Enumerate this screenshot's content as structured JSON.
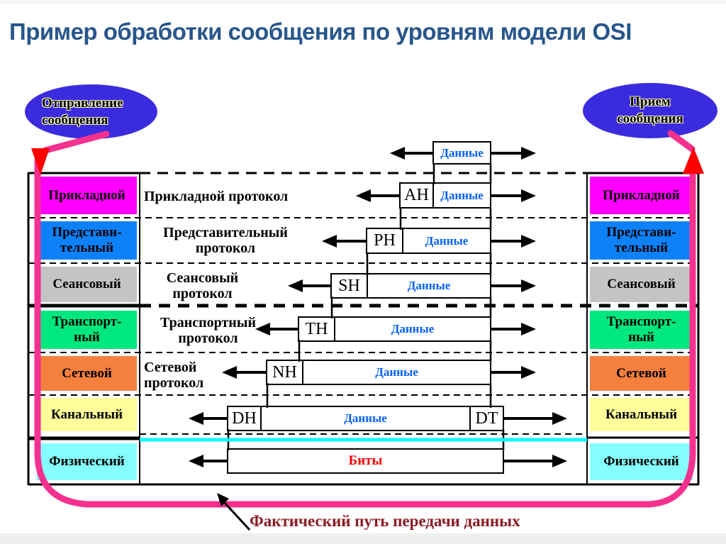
{
  "title": "Пример обработки сообщения по уровням модели OSI",
  "bubbles": {
    "send": "Отправление\nсообщения",
    "receive": "Прием\nсообщения"
  },
  "layers": [
    {
      "label": "Прикладной",
      "color": "#FF00FF"
    },
    {
      "label": "Представи-\nтельный",
      "color": "#0E81F8"
    },
    {
      "label": "Сеансовый",
      "color": "#C4C4C4"
    },
    {
      "label": "Транспорт-\nный",
      "color": "#00E87D"
    },
    {
      "label": "Сетевой",
      "color": "#F5803E"
    },
    {
      "label": "Канальный",
      "color": "#FFFE9A"
    },
    {
      "label": "Физический",
      "color": "#85FFFF"
    }
  ],
  "protocols": [
    {
      "label": "Прикладной протокол"
    },
    {
      "label": "Представительный\nпротокол"
    },
    {
      "label": "Сеансовый\nпротокол"
    },
    {
      "label": "Транспортный\nпротокол"
    },
    {
      "label": "Сетевой\nпротокол"
    }
  ],
  "packets": [
    {
      "payload": "Данные"
    },
    {
      "header": "AH",
      "payload": "Данные"
    },
    {
      "header": "PH",
      "payload": "Данные"
    },
    {
      "header": "SH",
      "payload": "Данные"
    },
    {
      "header": "TH",
      "payload": "Данные"
    },
    {
      "header": "NH",
      "payload": "Данные"
    },
    {
      "header": "DH",
      "payload": "Данные",
      "trailer": "DT"
    },
    {
      "payload": "Биты"
    }
  ],
  "footer_note": "Фактический путь передачи данных",
  "colors": {
    "title": "#27568B",
    "ellipse": "#3B2BDF",
    "path_pink": "#F5318F",
    "arrow_red": "#FF0000",
    "link_cyan": "#00FFFF",
    "payload_blue": "#0561F5",
    "bits_red": "#F40000",
    "note_red": "#8B1C24"
  }
}
